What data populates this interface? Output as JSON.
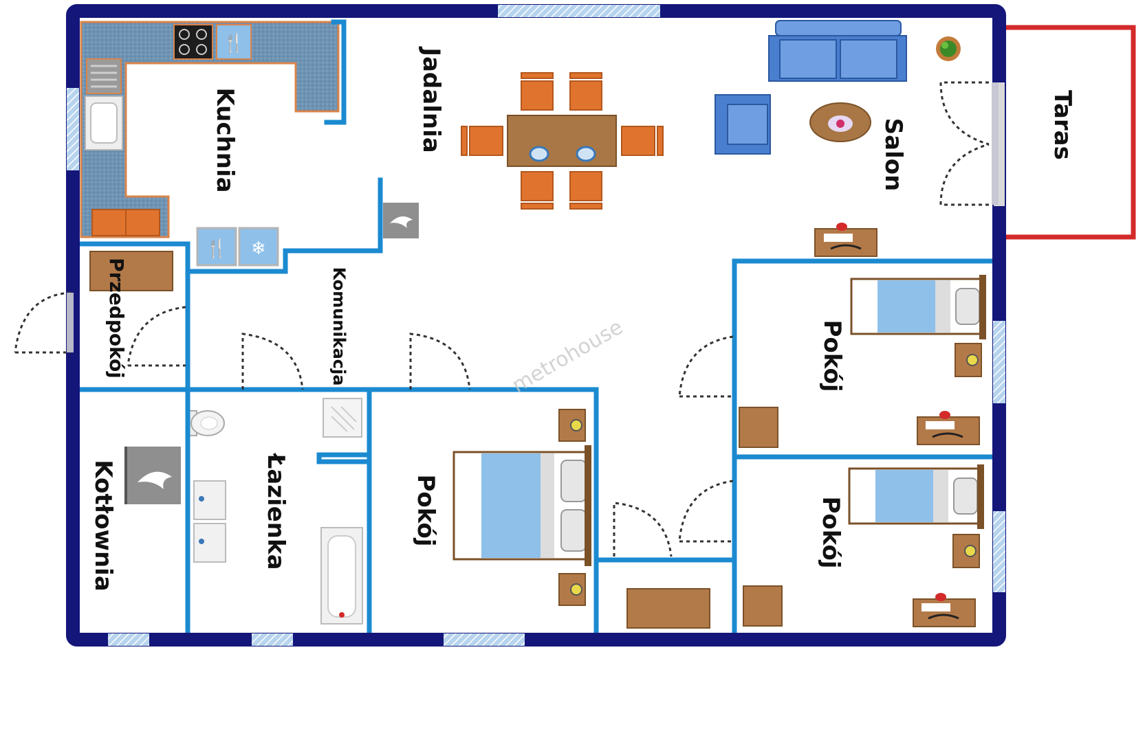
{
  "rooms": {
    "kitchen": "Kuchnia",
    "dining": "Jadalnia",
    "living": "Salon",
    "terrace": "Taras",
    "hall": "Przedpokój",
    "corridor": "Komunikacja",
    "room_east_upper": "Pokój",
    "room_east_lower": "Pokój",
    "room_center": "Pokój",
    "bathroom": "Łazienka",
    "boiler": "Kotłownia"
  },
  "watermark": "metrohouse",
  "colors": {
    "outer_wall": "#14167a",
    "inner_wall": "#1b8ad0",
    "window": "#9ec4e6",
    "terrace_outline": "#d42a2a",
    "counter": "#6e93b3",
    "counter_edge": "#d9844a",
    "chair": "#e0742e",
    "table": "#a87745",
    "wood": "#b37a49",
    "bed_sheet": "#8ec0ea",
    "sofa": "#4a7fd0",
    "appliance_grey": "#8f8f8f"
  },
  "icons": [
    "stove-icon",
    "cutlery-icon",
    "sink-icon",
    "snowflake-icon",
    "boiler-flame-icon",
    "toilet-icon",
    "shower-icon",
    "bathtub-icon",
    "plant-icon",
    "flower-vase-icon"
  ]
}
